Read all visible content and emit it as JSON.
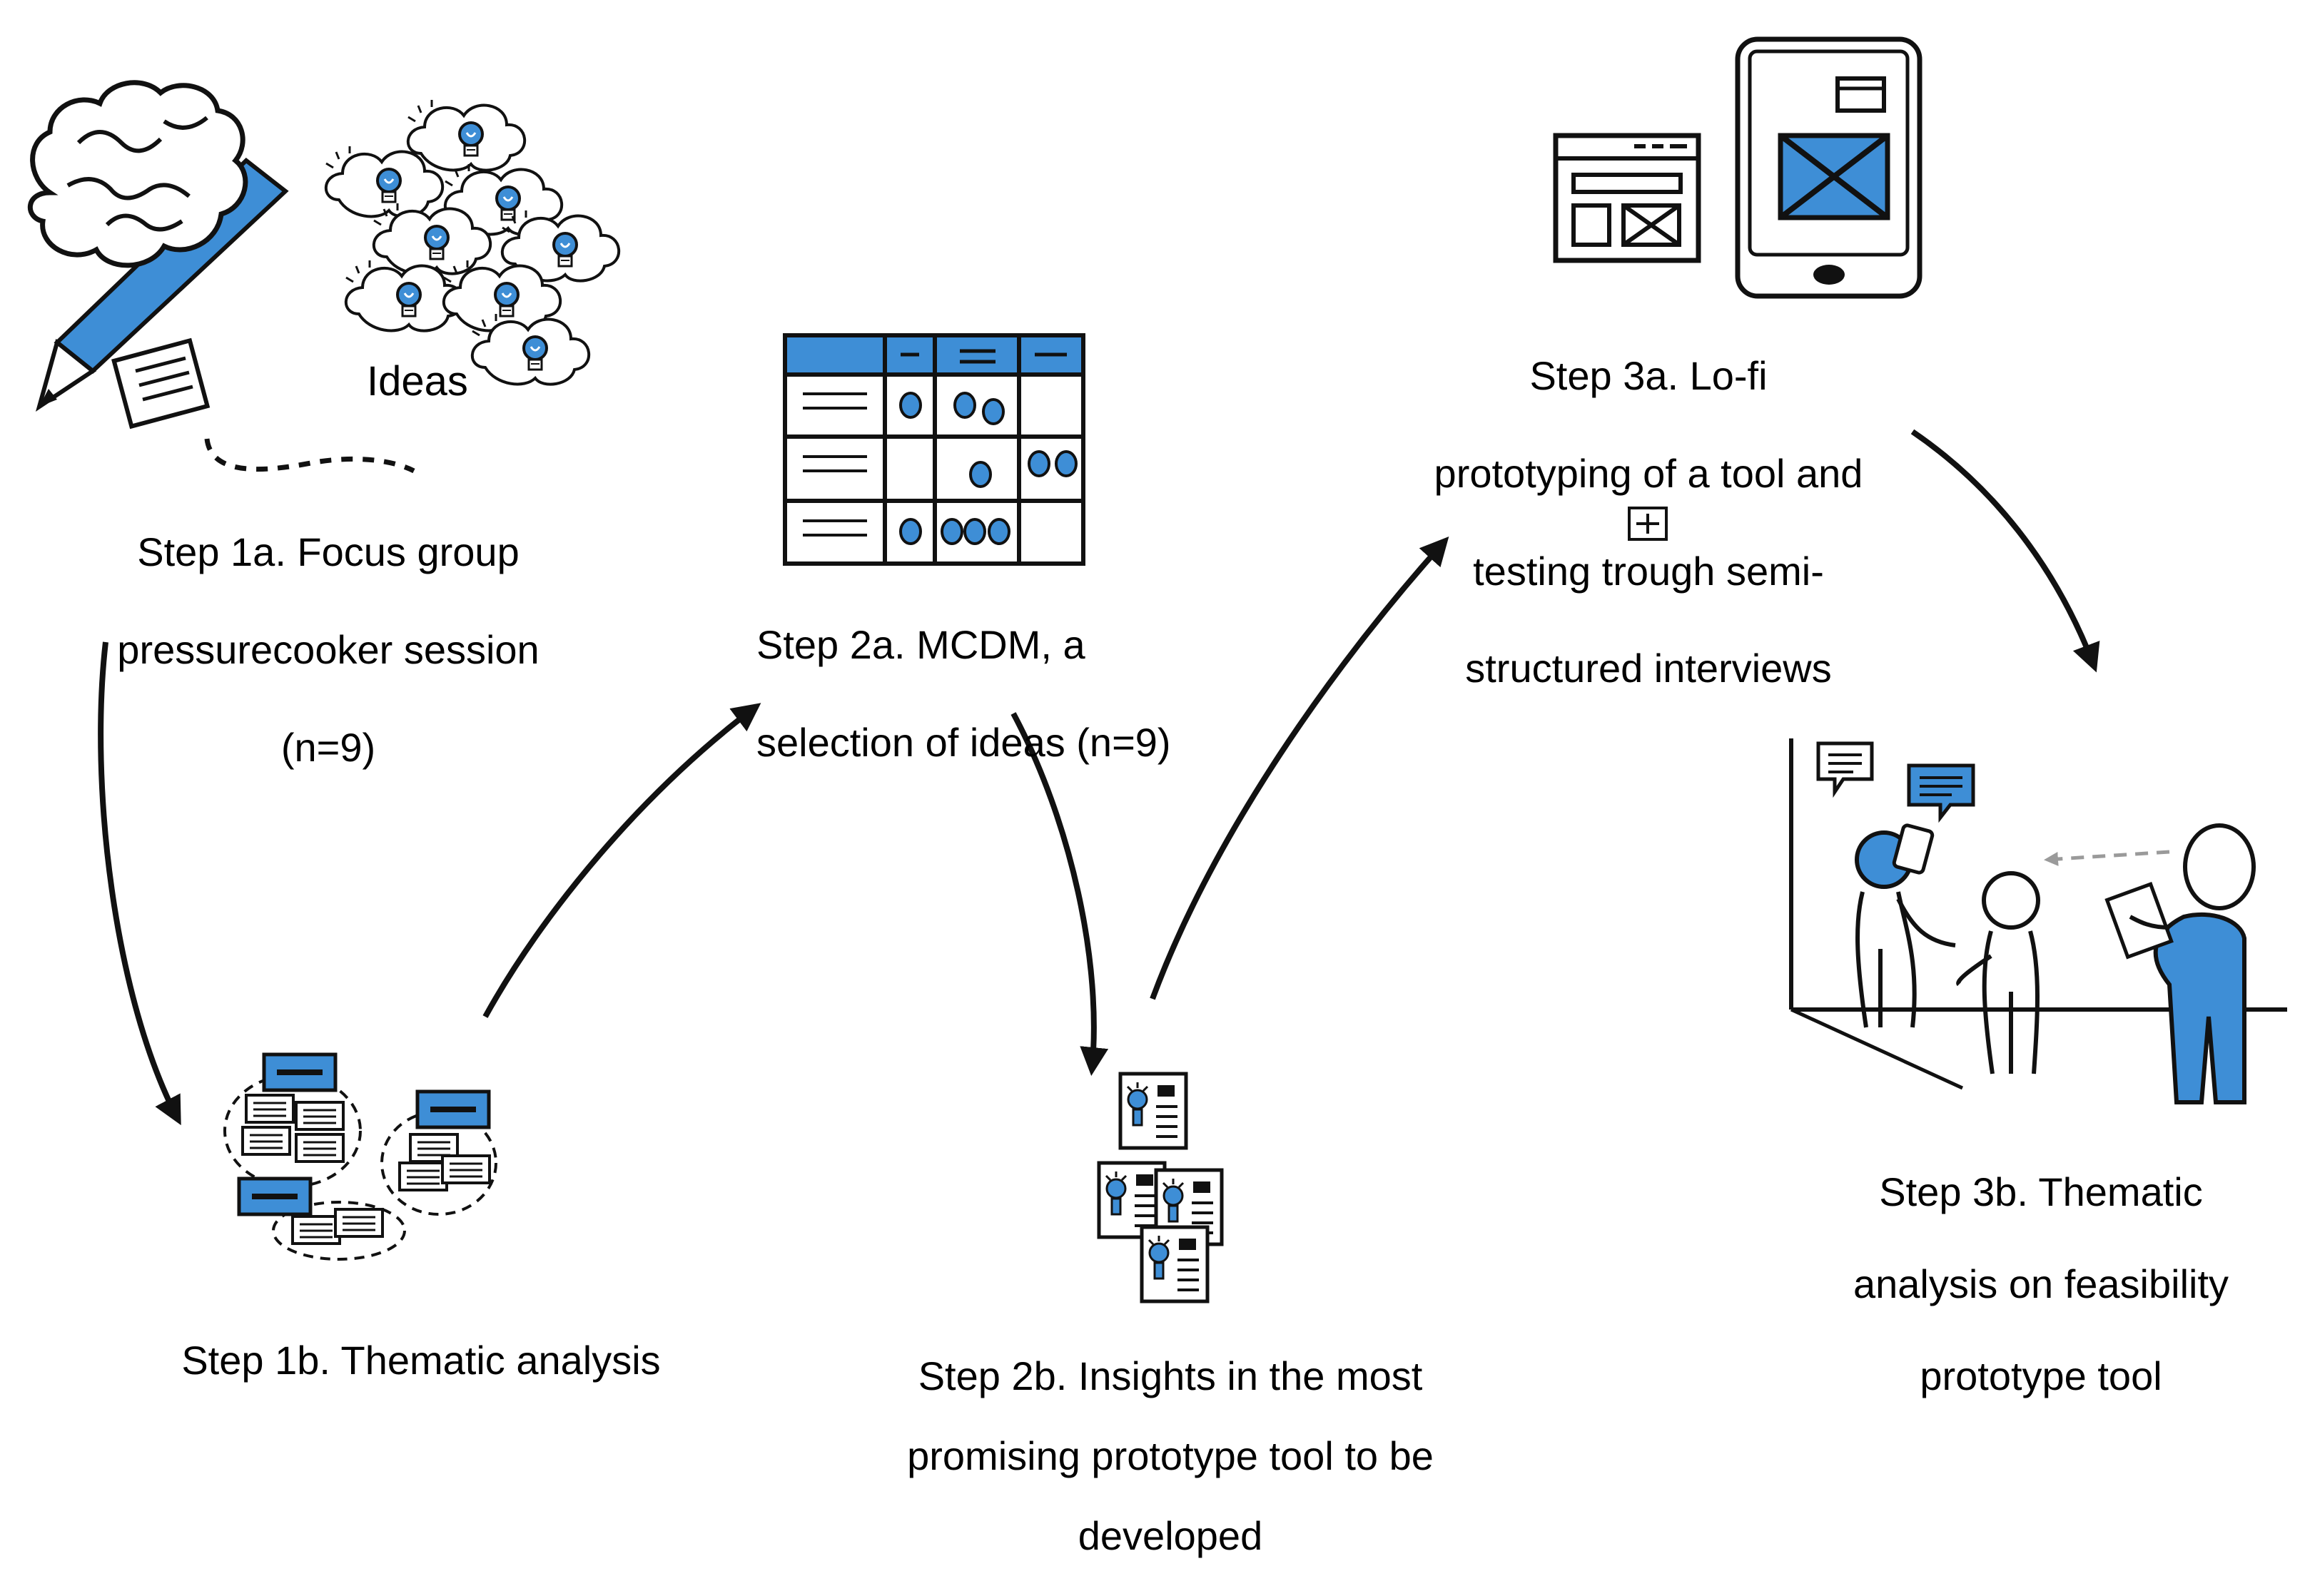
{
  "ideas_label": "Ideas",
  "steps": {
    "step1a": [
      "Step 1a. Focus group",
      "pressurecooker session",
      "(n=9)"
    ],
    "step1b": [
      "Step 1b. Thematic analysis"
    ],
    "step2a": [
      "Step 2a. MCDM, a",
      "selection of ideas (n=9)"
    ],
    "step2b": [
      "Step 2b. Insights in the most",
      "promising prototype tool to be",
      "developed"
    ],
    "step3a": [
      "Step 3a. Lo-fi",
      "prototyping  of a tool and",
      "testing trough semi-",
      "structured interviews"
    ],
    "step3b": [
      "Step 3b. Thematic",
      "analysis on feasibility",
      "prototype tool"
    ]
  },
  "colors": {
    "accent": "#3e8ed6",
    "ink": "#111111",
    "dashed_arrow": "#9a9a9a"
  },
  "icons": [
    "brain-icon",
    "pencil-icon",
    "lightbulb-cloud-icon",
    "card-cluster-icon",
    "mcdm-table-icon",
    "prototype-card-icon",
    "browser-wireframe-icon",
    "phone-wireframe-icon",
    "people-interview-icon",
    "speech-bubble-icon",
    "plus-box-icon"
  ]
}
